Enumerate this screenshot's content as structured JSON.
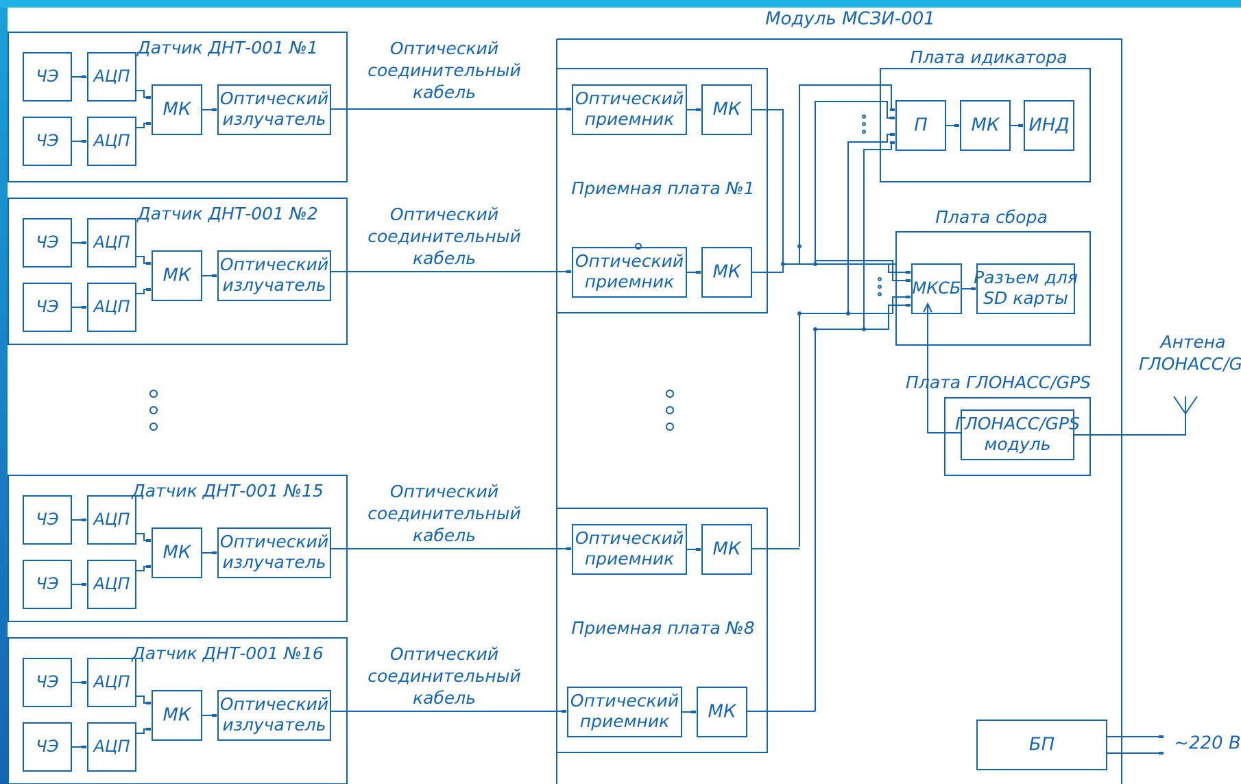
{
  "module": {
    "title": "Модуль МСЗИ-001",
    "colors": {
      "stroke": "#1565b5",
      "bg": "#ffffff",
      "stripe": "#1fb3e6"
    }
  },
  "sensors": [
    {
      "title": "Датчик ДНТ-001 №1",
      "cable": [
        "Оптический",
        "соединительный",
        "кабель"
      ]
    },
    {
      "title": "Датчик ДНТ-001 №2",
      "cable": [
        "Оптический",
        "соединительный",
        "кабель"
      ]
    },
    {
      "title": "Датчик ДНТ-001 №15",
      "cable": [
        "Оптический",
        "соединительный",
        "кабель"
      ]
    },
    {
      "title": "Датчик ДНТ-001 №16",
      "cable": [
        "Оптический",
        "соединительный",
        "кабель"
      ]
    }
  ],
  "sensor_blocks": {
    "ce": "ЧЭ",
    "adc": "АЦП",
    "mk": "МК",
    "emitter": [
      "Оптический",
      "излучатель"
    ]
  },
  "receiver_boards": [
    {
      "title": "Приемная плата №1"
    },
    {
      "title": "Приемная плата №8"
    }
  ],
  "receiver_blocks": {
    "receiver": [
      "Оптический",
      "приемник"
    ],
    "mk": "МК"
  },
  "indicator_board": {
    "title": "Плата идикатора",
    "p": "П",
    "mk": "МК",
    "ind": "ИНД"
  },
  "collect_board": {
    "title": "Плата сбора",
    "mksb": "МКСБ",
    "sd": [
      "Разъем для",
      "SD карты"
    ]
  },
  "gps_board": {
    "title": "Плата ГЛОНАСС/GPS",
    "module": [
      "ГЛОНАСС/GPS",
      "модуль"
    ]
  },
  "antenna": [
    "Антена",
    "ГЛОНАСС/GPS"
  ],
  "psu": "БП",
  "power": "~220 В"
}
